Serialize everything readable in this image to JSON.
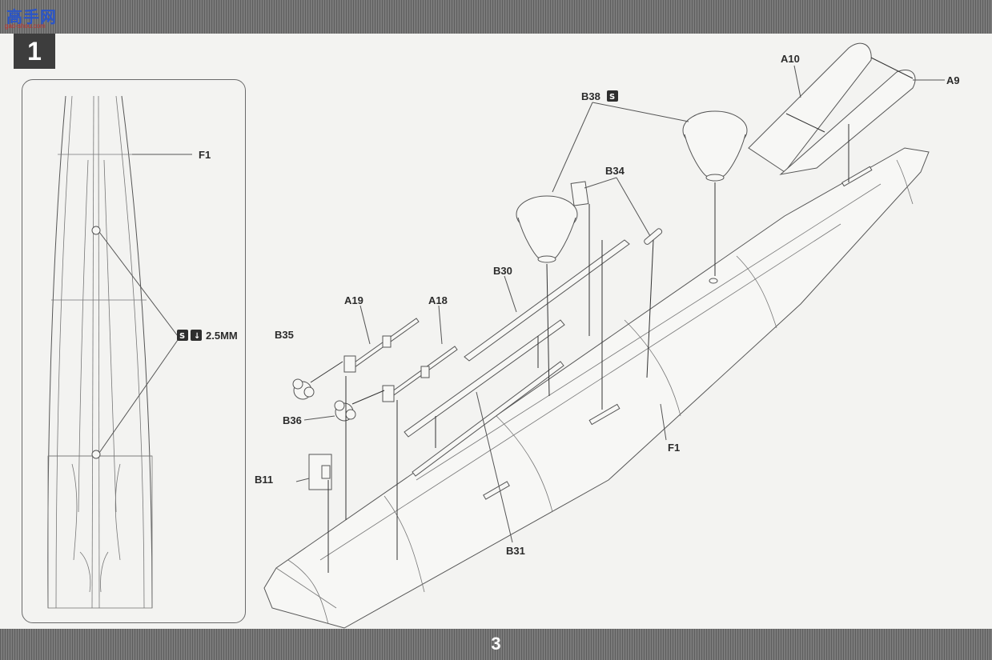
{
  "page": {
    "page_number": "3",
    "step_number": "1",
    "watermark_text": "高手网",
    "watermark_url": "gao-shou.com"
  },
  "detail_view": {
    "fuselage_label": "F1",
    "drill_note": "2.5MM"
  },
  "main_view": {
    "labels": {
      "A9": "A9",
      "A10": "A10",
      "A18": "A18",
      "A19": "A19",
      "B11": "B11",
      "B30": "B30",
      "B31": "B31",
      "B34": "B34",
      "B35": "B35",
      "B36": "B36",
      "B38": "B38",
      "F1": "F1"
    }
  },
  "icons": {
    "glue_icon": "glue-icon",
    "drill_icon": "drill-icon"
  }
}
